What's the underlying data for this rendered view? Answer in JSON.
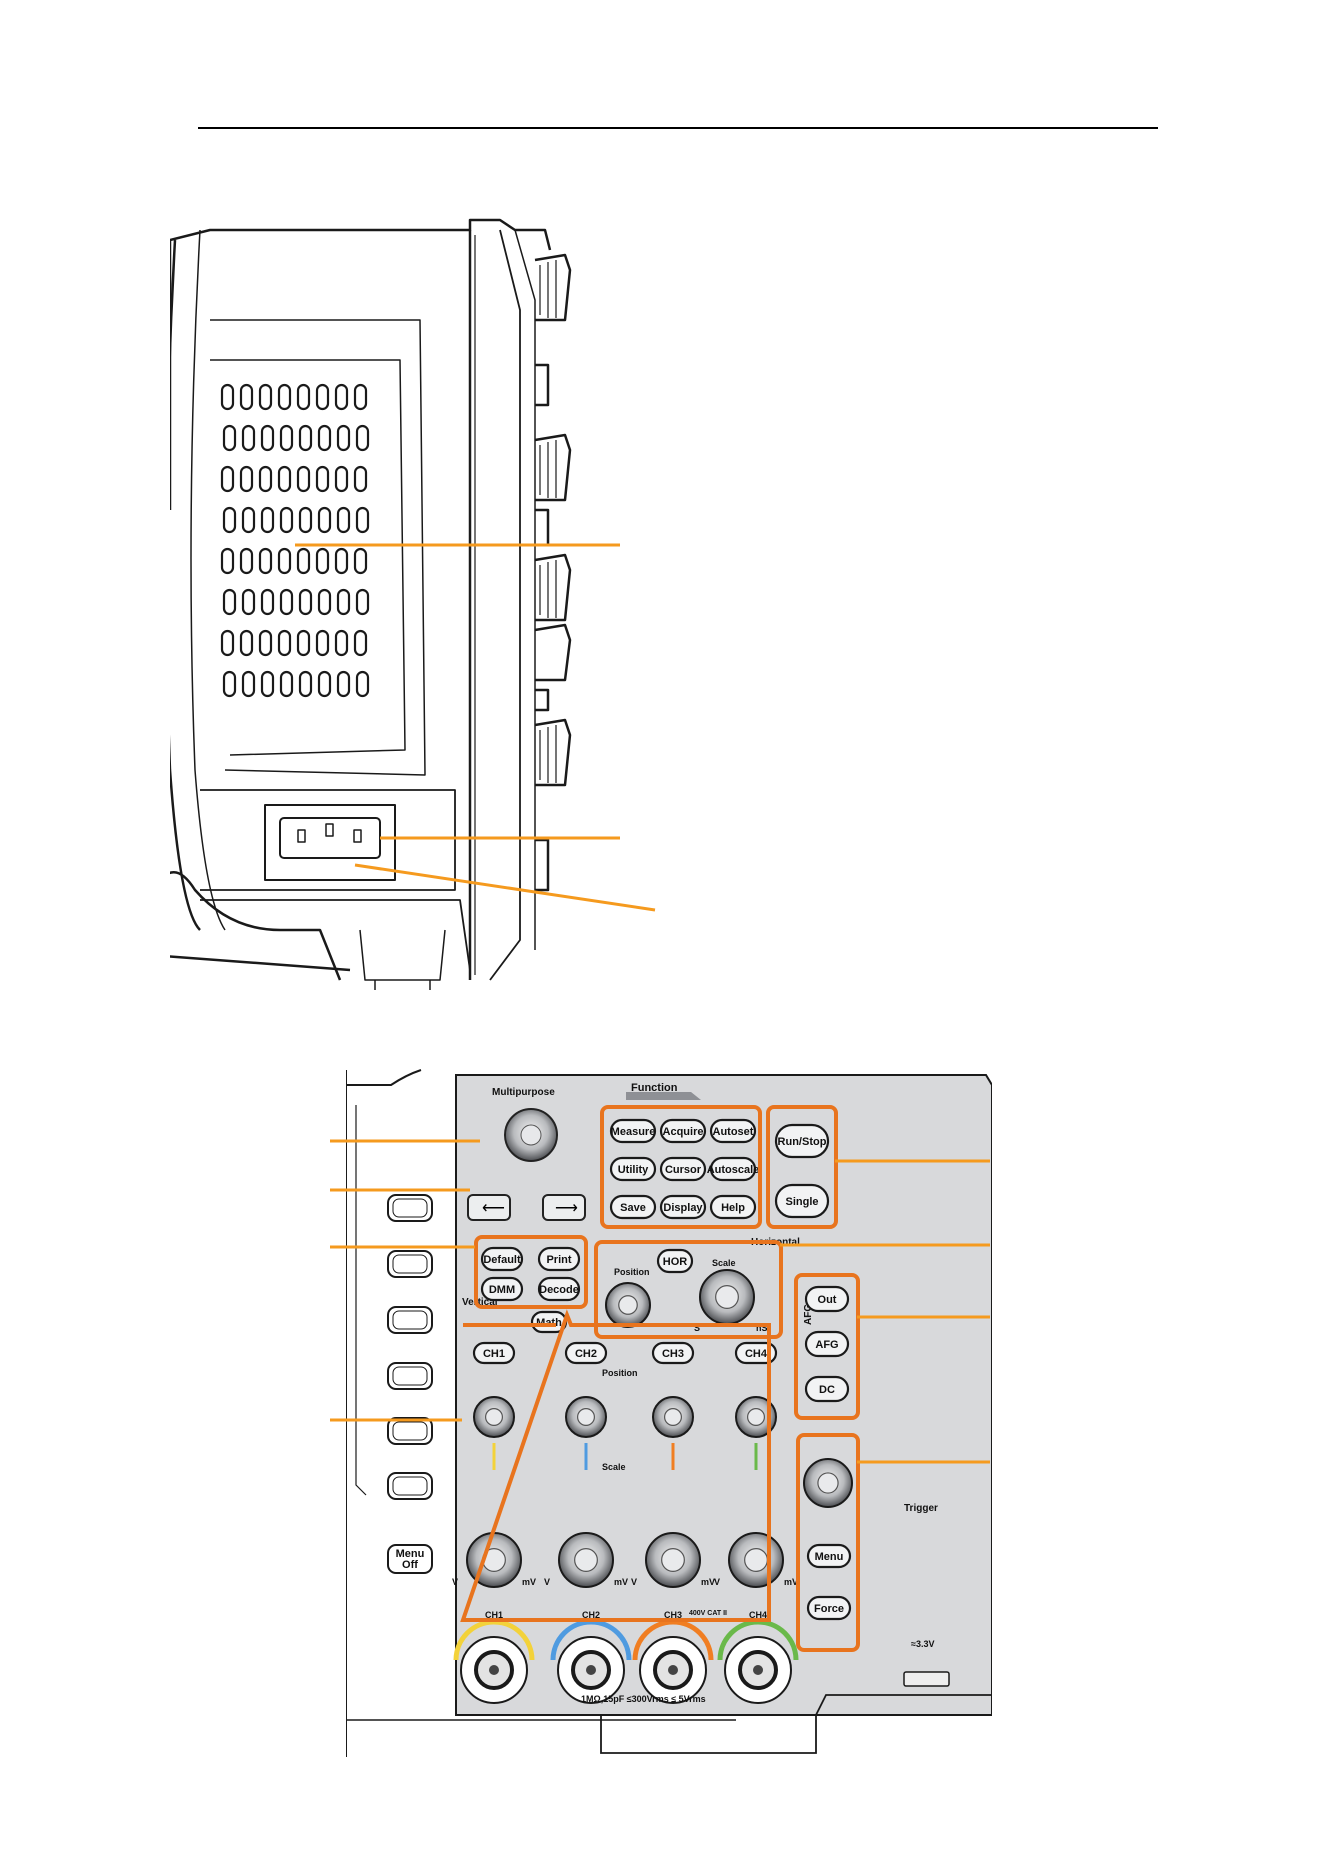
{
  "panel": {
    "multipurpose": "Multipurpose",
    "function": "Function",
    "horizontal": "Horizontal",
    "vertical": "Vertical",
    "afg": "AFG",
    "trigger": "Trigger",
    "function_buttons": [
      "Measure",
      "Acquire",
      "Autoset",
      "Utility",
      "Cursor",
      "Autoscale",
      "Save",
      "Display",
      "Help"
    ],
    "run_stop": "Run/Stop",
    "single": "Single",
    "default": "Default",
    "print": "Print",
    "dmm": "DMM",
    "decode": "Decode",
    "hor": "HOR",
    "position": "Position",
    "scale": "Scale",
    "unit_s": "S",
    "unit_ns": "nS",
    "math": "Math",
    "channels": [
      "CH1",
      "CH2",
      "CH3",
      "CH4"
    ],
    "unit_v": "V",
    "unit_mv": "mV",
    "afg_buttons": [
      "Out",
      "AFG",
      "DC"
    ],
    "trigger_buttons": [
      "Menu",
      "Force"
    ],
    "menu_off_1": "Menu",
    "menu_off_2": "Off",
    "bottom_spec": "1MΩ,15pF ≤300Vrms  ≤ 5Vrms",
    "cat": "400V CAT II",
    "ext_label": "≈3.3V"
  },
  "colors": {
    "callout": "#f59a1e",
    "highlight": "#e8741e",
    "panel": "#d8d9db",
    "ch1": "#f3d23a",
    "ch2": "#4f9be0",
    "ch3": "#f07e22",
    "ch4": "#6ab94a"
  }
}
